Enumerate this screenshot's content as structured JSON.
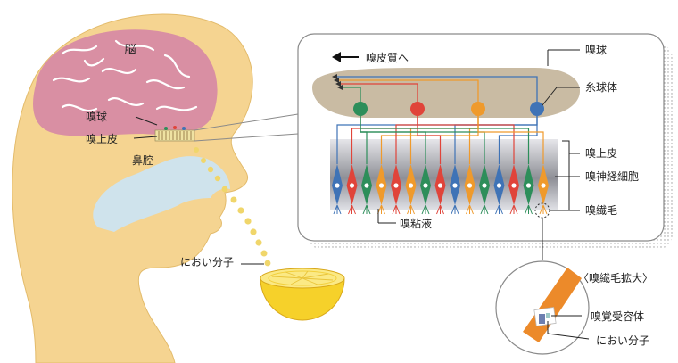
{
  "labels": {
    "brain": "脳",
    "olfactory_bulb": "嗅球",
    "olfactory_epithelium": "嗅上皮",
    "nasal_cavity": "鼻腔",
    "odor_molecule": "におい分子",
    "to_olfactory_cortex": "嗅皮質へ",
    "olfactory_bulb_zoom": "嗅球",
    "glomerulus": "糸球体",
    "olfactory_epithelium_zoom": "嗅上皮",
    "olfactory_neuron": "嗅神経細胞",
    "olfactory_cilia": "嗅繊毛",
    "olfactory_mucus": "嗅粘液",
    "cilia_enlarged": "〈嗅繊毛拡大〉",
    "olfactory_receptor": "嗅覚受容体",
    "odor_molecule_zoom": "におい分子"
  },
  "colors": {
    "skin": "#f5d491",
    "brain": "#d98fa3",
    "nasal_passage": "#cfe3ec",
    "odor_dots": "#f0d66b",
    "lemon": "#f6d12a",
    "bulb_zone": "#c9bba3",
    "receptor_green": "#2d8e5a",
    "receptor_red": "#e0443a",
    "receptor_orange": "#ef9a2c",
    "receptor_blue": "#3f73b6",
    "cilia_orange": "#ec8a2a"
  }
}
